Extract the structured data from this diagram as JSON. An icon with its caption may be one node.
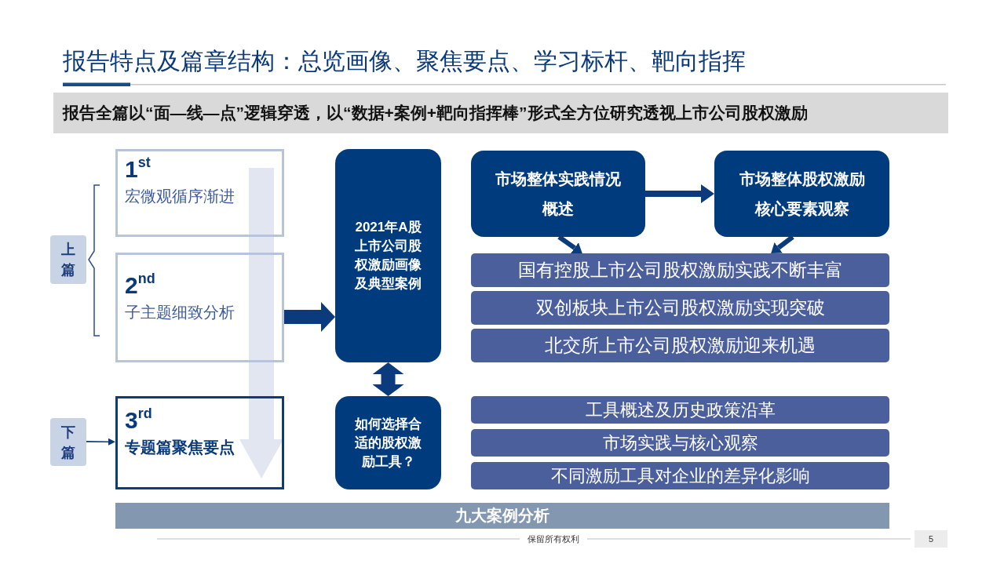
{
  "diagram": {
    "title": "报告特点及篇章结构：总览画像、聚焦要点、学习标杆、靶向指挥",
    "nodes": [
      {
        "text": [
          "报告全篇以“面—线—点”逻辑穿透，以“数据+案例+靶向指挥棒”形式全方位研究透视上市公司股权激励"
        ]
      },
      {
        "text": [
          "上篇"
        ]
      },
      {
        "text": [
          "1$^{st}$",
          "宏微观循序渐进"
        ]
      },
      {
        "text": [
          "2$^{nd}$",
          "子主题细致分析"
        ]
      },
      {
        "text": [
          "下篇"
        ]
      },
      {
        "text": [
          "3$^{rd}$",
          "专题篇聚焦要点"
        ]
      },
      {
        "text": [
          "2021年A股上市公司股权激励画像及典型案例"
        ]
      },
      {
        "text": [
          "如何选择合适的股权激励工具？"
        ]
      },
      {
        "text": [
          "市场整体实践情况概述"
        ]
      },
      {
        "text": [
          "市场整体股权激励核心要素观察"
        ]
      },
      {
        "text": [
          "国有控股上市公司股权激励实践不断丰富"
        ]
      },
      {
        "text": [
          "双创板块上市公司股权激励实现突破"
        ]
      },
      {
        "text": [
          "北交所上市公司股权激励迎来机遇"
        ]
      },
      {
        "text": [
          "工具概述及历史政策沿革"
        ]
      },
      {
        "text": [
          "市场实践与核心观察"
        ]
      },
      {
        "text": [
          "不同激励工具对企业的差异化影响"
        ]
      },
      {
        "text": [
          "九大案例分析"
        ]
      }
    ],
    "edges": [
      {
        "from": 4,
        "to": 5,
        "arrow": "to"
      },
      {
        "from": 3,
        "to": 6,
        "arrow": "to",
        "style": "thick"
      },
      {
        "from": 6,
        "to": 7,
        "arrow": "both",
        "style": "thick"
      },
      {
        "from": 8,
        "to": 9,
        "arrow": "to"
      },
      {
        "from": 8,
        "to": 10,
        "arrow": "to"
      },
      {
        "from": 9,
        "to": 10,
        "arrow": "to"
      }
    ],
    "labels": [
      "保留所有权利",
      "5"
    ]
  }
}
